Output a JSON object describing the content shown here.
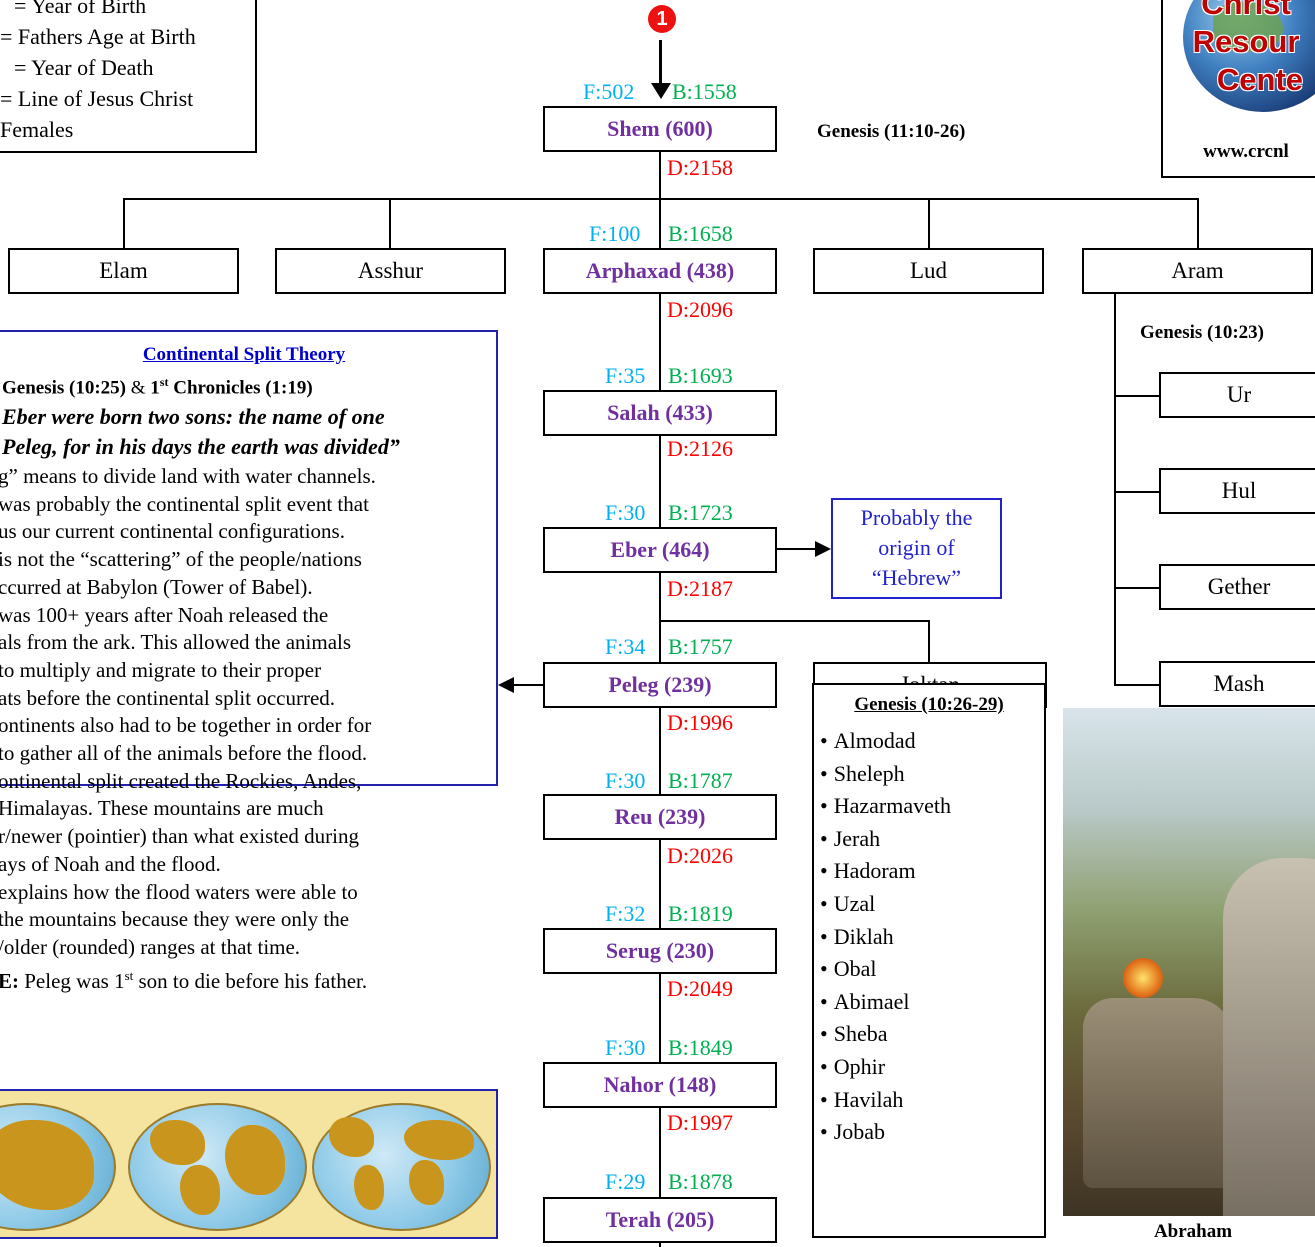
{
  "legend": {
    "lines": [
      "= Year of Birth",
      "= Fathers Age at Birth",
      "= Year of Death",
      "= Line of Jesus Christ",
      "Females"
    ]
  },
  "marker": "1",
  "logo": {
    "line1": "Christ",
    "line2": "Resour",
    "line3": "Cente",
    "url": "www.crcnl"
  },
  "refs": {
    "shem": "Genesis (11:10-26)",
    "aram": "Genesis (10:23)",
    "joktan": "Genesis (10:26-29)"
  },
  "shem": {
    "name": "Shem (600)",
    "f": "F:502",
    "b": "B:1558",
    "d": "D:2158"
  },
  "sons_of_shem": [
    "Elam",
    "Asshur",
    "Lud",
    "Aram"
  ],
  "line": [
    {
      "name": "Arphaxad (438)",
      "f": "F:100",
      "b": "B:1658",
      "d": "D:2096"
    },
    {
      "name": "Salah (433)",
      "f": "F:35",
      "b": "B:1693",
      "d": "D:2126"
    },
    {
      "name": "Eber (464)",
      "f": "F:30",
      "b": "B:1723",
      "d": "D:2187"
    },
    {
      "name": "Peleg (239)",
      "f": "F:34",
      "b": "B:1757",
      "d": "D:1996"
    },
    {
      "name": "Reu (239)",
      "f": "F:30",
      "b": "B:1787",
      "d": "D:2026"
    },
    {
      "name": "Serug (230)",
      "f": "F:32",
      "b": "B:1819",
      "d": "D:2049"
    },
    {
      "name": "Nahor (148)",
      "f": "F:30",
      "b": "B:1849",
      "d": "D:1997"
    },
    {
      "name": "Terah (205)",
      "f": "F:29",
      "b": "B:1878",
      "d": ""
    }
  ],
  "joktan": "Joktan",
  "hebrew_note": [
    "Probably the",
    "origin of",
    "“Hebrew”"
  ],
  "aram_sons": [
    "Ur",
    "Hul",
    "Gether",
    "Mash"
  ],
  "joktan_sons": [
    "Almodad",
    "Sheleph",
    "Hazarmaveth",
    "Jerah",
    "Hadoram",
    "Uzal",
    "Diklah",
    "Obal",
    "Abimael",
    "Sheba",
    "Ophir",
    "Havilah",
    "Jobab"
  ],
  "theory": {
    "title": "Continental Split Theory",
    "subtitle_a": "Genesis (10:25)",
    "subtitle_amp": " & ",
    "subtitle_b": "1",
    "subtitle_sup": "st",
    "subtitle_c": " Chronicles (1:19)",
    "quote": [
      "Eber were born two sons: the name of one",
      "Peleg, for in his days the earth was divided”"
    ],
    "paragraph": [
      "g” means to divide land with water channels.",
      "was probably the continental split event that",
      "us our current continental configurations.",
      "is not the “scattering” of the people/nations",
      "ccurred at Babylon (Tower of Babel).",
      "was 100+ years after Noah released the",
      "als from the ark.  This allowed the animals",
      "to multiply and migrate to their proper",
      "ats before the continental split occurred.",
      "ontinents also had to be together in order for",
      " to gather all of the animals before the flood.",
      "ontinental split created the Rockies, Andes,",
      "Himalayas.  These mountains are much",
      "r/newer (pointier) than what existed during",
      "ays of Noah and the flood.",
      "explains how the flood waters were able to",
      " the mountains because they were only the",
      "/older (rounded) ranges at that time."
    ],
    "note_label": "E:",
    "note_text_a": " Peleg was 1",
    "note_sup": "st",
    "note_text_b": " son to die before his father."
  },
  "abraham_caption": "Abraham",
  "colors": {
    "father_age": "#00b0f0",
    "birth": "#00b050",
    "death": "#ff0000",
    "line_of_christ": "#7030a0",
    "theory_border": "#2222aa"
  }
}
